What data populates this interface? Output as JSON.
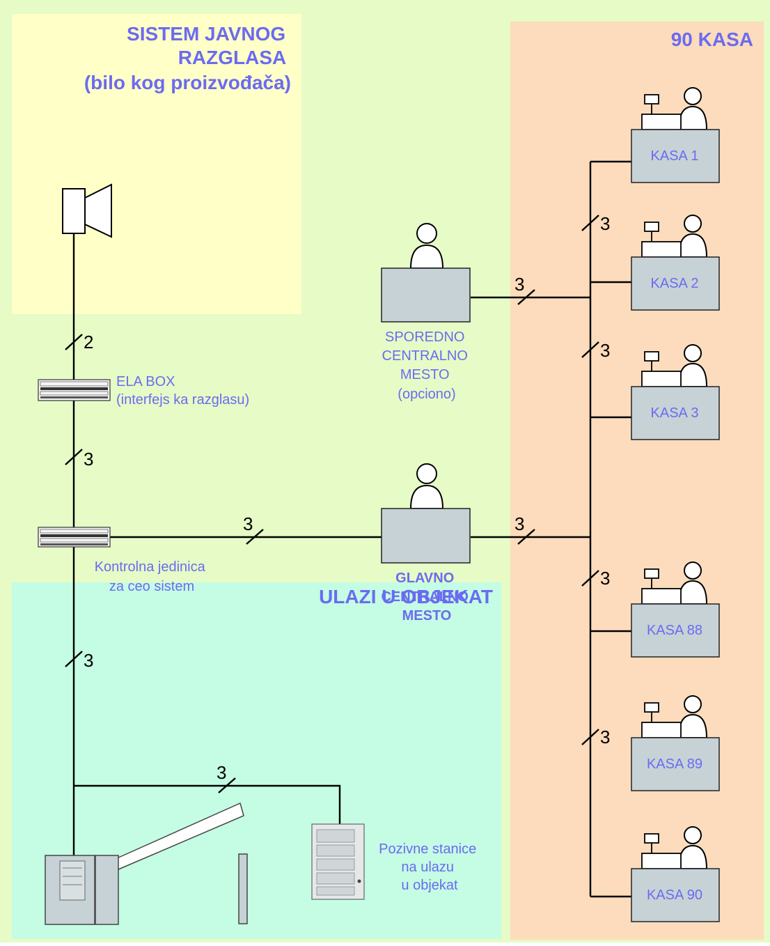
{
  "colors": {
    "background": "#e6fbc6",
    "pa_zone": "#ffffc8",
    "cash_zone": "#fcdcbc",
    "entrance_zone": "#c4fce4",
    "text_accent": "#6b6bf0",
    "device_fill": "#c6d2d6",
    "wire": "#000000"
  },
  "zones": {
    "pa": {
      "title_lines": [
        "SISTEM JAVNOG",
        "RAZGLASA",
        "(bilo kog proizvođača)"
      ]
    },
    "cash": {
      "title": "90 KASA"
    },
    "entrance": {
      "title": "ULAZI U OBJEKAT"
    }
  },
  "devices": {
    "ela_box": {
      "label_lines": [
        "ELA BOX",
        "(interfejs ka razglasu)"
      ],
      "icon": "rack-unit-icon"
    },
    "control_unit": {
      "label_lines": [
        "Kontrolna jedinica",
        "za ceo sistem"
      ],
      "icon": "rack-unit-icon"
    },
    "secondary_station": {
      "label_lines": [
        "SPOREDNO",
        "CENTRALNO",
        "MESTO",
        "(opciono)"
      ],
      "icon": "operator-icon"
    },
    "main_station": {
      "label_lines": [
        "GLAVNO",
        "CENTRALNO",
        "MESTO"
      ],
      "icon": "operator-icon"
    },
    "door_panel": {
      "label_lines": [
        "Pozivne stanice",
        "na ulazu",
        "u objekat"
      ],
      "icon": "intercom-panel-icon"
    },
    "speaker": {
      "icon": "loudspeaker-icon"
    },
    "barrier": {
      "icon": "barrier-gate-icon"
    }
  },
  "registers": [
    {
      "label": "KASA 1"
    },
    {
      "label": "KASA 2"
    },
    {
      "label": "KASA 3"
    },
    {
      "label": "KASA 88"
    },
    {
      "label": "KASA 89"
    },
    {
      "label": "KASA 90"
    }
  ],
  "wire_counts": {
    "speaker_to_ela": "2",
    "ela_to_control": "3",
    "control_to_entrance": "3",
    "control_to_main": "3",
    "main_to_bus": "3",
    "secondary_to_bus": "3",
    "bus_1_2": "3",
    "bus_2_3": "3",
    "bus_mid_88": "3",
    "bus_88_89": "3",
    "entrance_to_panel": "3"
  }
}
